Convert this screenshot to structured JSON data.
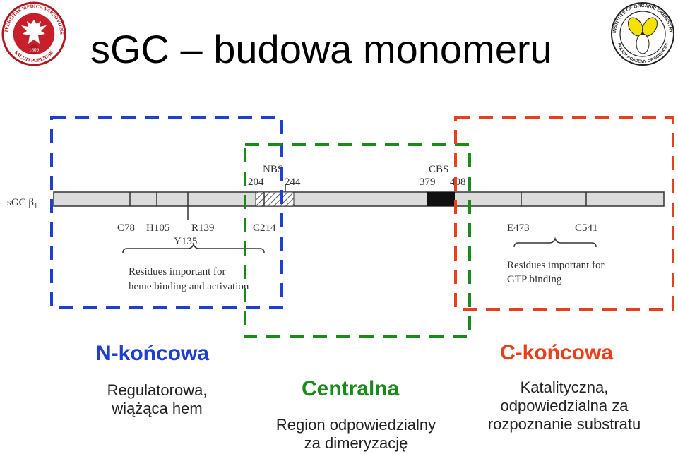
{
  "title": "sGC – budowa monomeru",
  "logos": {
    "left": {
      "ring_text": "UNIVERSITAS MEDICA VARSOVIENSIS",
      "bottom_text": "SALUTI PUBLICAE",
      "year": "1809"
    },
    "right": {
      "ring_text": "INSTITUTE OF ORGANIC CHEMISTRY",
      "bottom_text": "POLISH ACADEMY OF SCIENCES"
    }
  },
  "protein": {
    "label": "sGC β",
    "label_sub": "1",
    "top_labels": [
      {
        "text": "NBS"
      },
      {
        "text": "204"
      },
      {
        "text": "244"
      },
      {
        "text": "CBS"
      },
      {
        "text": "379"
      },
      {
        "text": "408"
      }
    ],
    "residues_left": [
      {
        "text": "C78"
      },
      {
        "text": "H105"
      },
      {
        "text": "R139"
      },
      {
        "text": "C214"
      },
      {
        "text": "Y135"
      }
    ],
    "residues_right": [
      {
        "text": "E473"
      },
      {
        "text": "C541"
      }
    ],
    "note_left": [
      "Residues important for",
      "heme binding and activation"
    ],
    "note_right": [
      "Residues important for",
      "GTP binding"
    ]
  },
  "regions": {
    "n": {
      "title": "N-końcowa",
      "desc": [
        "Regulatorowa,",
        "wiążąca hem"
      ],
      "color": "#1f3fd0"
    },
    "central": {
      "title": "Centralna",
      "desc": [
        "Region odpowiedzialny",
        "za dimeryzację"
      ],
      "color": "#1a8a1a"
    },
    "c": {
      "title": "C-końcowa",
      "desc": [
        "Katalityczna,",
        "odpowiedzialna za",
        "rozpoznanie substratu"
      ],
      "color": "#e8401a"
    }
  }
}
